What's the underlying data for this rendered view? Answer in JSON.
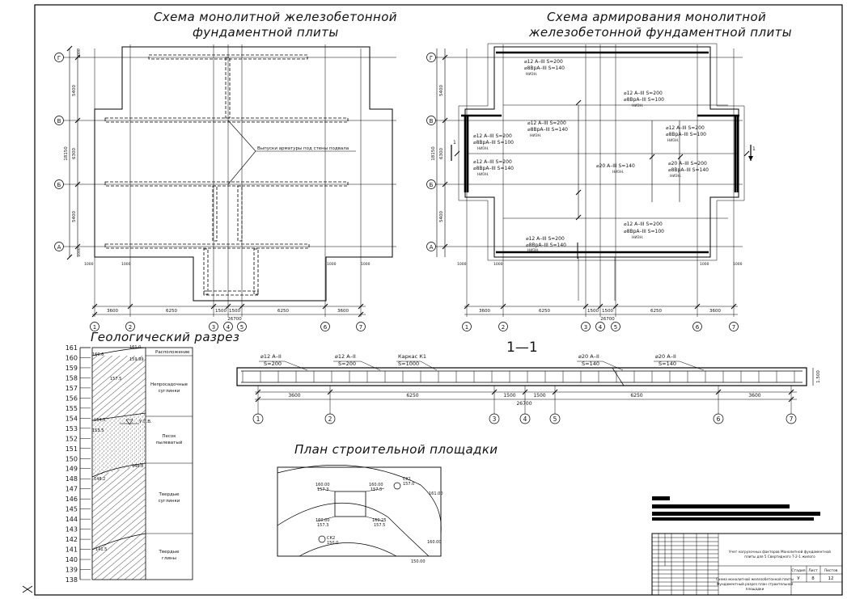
{
  "titles": {
    "plate_scheme_l1": "Схема монолитной железобетонной",
    "plate_scheme_l2": "фундаментной плиты",
    "reinf_scheme_l1": "Схема армирования монолитной",
    "reinf_scheme_l2": "железобетонной фундаментной плиты",
    "geology": "Геологический разрез",
    "section": "1—1",
    "site_plan": "План строительной площадки"
  },
  "grid_axes": {
    "letters": [
      "Г",
      "В",
      "Б",
      "А"
    ],
    "numbers": [
      "1",
      "2",
      "3",
      "4",
      "5",
      "6",
      "7"
    ],
    "left_dims": [
      "5400",
      "6300",
      "5400"
    ],
    "left_total": "18150",
    "edge_dims": [
      "1000",
      "1000"
    ],
    "plate_bottom_dims": [
      "3600",
      "6250",
      "1500",
      "1500",
      "6250",
      "3600"
    ],
    "plate_total": "26700",
    "reinf_bottom_dims": [
      "3600",
      "6250",
      "1500",
      "1500",
      "6250",
      "3600"
    ],
    "reinf_total": "26700"
  },
  "plate_callout": "Выпуски арматуры под стены подвала",
  "reinf_labels": [
    {
      "l1": "⌀12 A–III S=200",
      "l2": "⌀8ВрА–III S=140",
      "l3": "НИЗН."
    },
    {
      "l1": "⌀12 A–III S=200",
      "l2": "⌀8ВрА–III S=100",
      "l3": "НИЗН."
    },
    {
      "l1": "⌀12 A–III S=200",
      "l2": "⌀8ВрА–III S=140",
      "l3": "НИЗН."
    },
    {
      "l1": "⌀12 A–III S=200",
      "l2": "⌀8ВрА–III S=100",
      "l3": "НИЗН."
    },
    {
      "l1": "⌀12 A–III S=200",
      "l2": "⌀8ВрА–III S=140",
      "l3": "НИЗН."
    },
    {
      "l1": "⌀20 A–III S=140",
      "l2": "",
      "l3": "НИЗН."
    },
    {
      "l1": "⌀12 A–III S=200",
      "l2": "⌀8ВрА–III S=100",
      "l3": "НИЗН."
    },
    {
      "l1": "⌀20 A–III S=200",
      "l2": "⌀8ВрА–III S=140",
      "l3": "НИЗН."
    },
    {
      "l1": "⌀12 A–III S=200",
      "l2": "⌀8ВрА–III S=100",
      "l3": "НИЗН."
    },
    {
      "l1": "⌀12 A–III S=200",
      "l2": "⌀8ВрА–III S=140",
      "l3": "НИЗН."
    }
  ],
  "section_mark": "1",
  "section": {
    "labels": [
      {
        "l1": "⌀12 A–II",
        "l2": "S=200"
      },
      {
        "l1": "⌀12 A–II",
        "l2": "S=200"
      },
      {
        "l1": "Каркас К1",
        "l2": "S=1000"
      },
      {
        "l1": "⌀20 A–II",
        "l2": "S=140"
      },
      {
        "l1": "⌀20 A–II",
        "l2": "S=140"
      }
    ],
    "dims": [
      "3600",
      "6250",
      "1500",
      "1500",
      "6250",
      "3600"
    ],
    "total": "26700",
    "thickness": "1.500"
  },
  "geology": {
    "scale": [
      "161",
      "160",
      "159",
      "158",
      "157",
      "156",
      "155",
      "154",
      "153",
      "152",
      "151",
      "150",
      "149",
      "148",
      "147",
      "146",
      "145",
      "144",
      "143",
      "142",
      "141",
      "140",
      "139",
      "138"
    ],
    "header": "Расположение",
    "layers": [
      "Непросадочные суглинки",
      "Песок пылеватый",
      "Твердые суглинки",
      "Твердые глины"
    ],
    "levels": [
      "161.0",
      "160.6",
      "159.99",
      "157.5",
      "154.5",
      "153.5",
      "148.8",
      "148.2",
      "141.5"
    ],
    "gwl": "У.Г.В."
  },
  "site": {
    "marks": [
      {
        "a": "160.00",
        "b": "157.3"
      },
      {
        "a": "160.00",
        "b": "157.5"
      },
      {
        "a": "160.00",
        "b": "157.3"
      },
      {
        "a": "160.25",
        "b": "157.5"
      }
    ],
    "wells": [
      {
        "n": "СК1",
        "h": "157.0"
      },
      {
        "n": "СК2",
        "h": "150.0"
      }
    ],
    "contours": [
      "161.00",
      "160.00",
      "150.00"
    ]
  },
  "title_block": {
    "line1": "Учет нагрузочных факторов Монолитной фундаментной",
    "line2": "плиты для 5 Свертидного Т-2-1 жилого",
    "stage_header": "Стадия",
    "sheet_header": "Лист",
    "sheets_header": "Листов",
    "stage": "У",
    "sheet": "8",
    "sheets": "12",
    "desc1": "Схема монолитной железобетонной плиты",
    "desc2": "Фундаментный разрез план строительной",
    "desc3": "площадки"
  }
}
